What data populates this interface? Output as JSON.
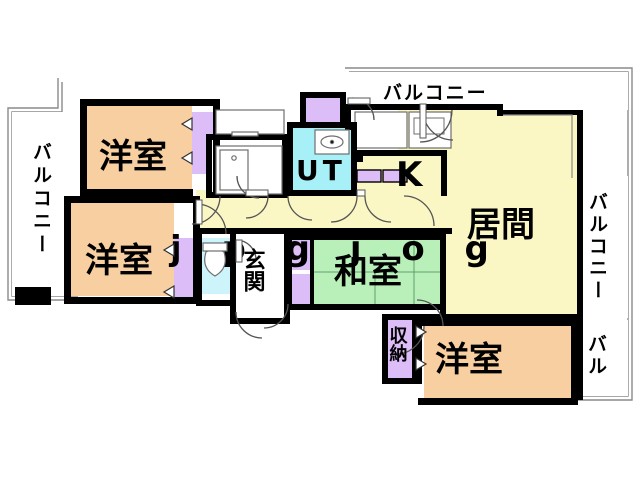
{
  "document": {
    "type": "japanese-floor-plan",
    "title": "間取り図",
    "watermark": "j p g j o g"
  },
  "palette": {
    "wall": "#000000",
    "thin_wall": "#7a7a7a",
    "background": "#ffffff",
    "room_western": "#f8cfa0",
    "room_living": "#fbf7c4",
    "room_japanese": "#b9f0b9",
    "utility": "#a8f0f8",
    "closet": "#ddbdf8",
    "balcony": "#ffffff",
    "watermark": "#f3d9df"
  },
  "rooms": [
    {
      "key": "washitsu",
      "label": "和室",
      "type": "japanese-room",
      "fill": "#b9f0b9"
    },
    {
      "key": "living",
      "label": "居間",
      "type": "living-room",
      "fill": "#fbf7c4"
    },
    {
      "key": "kitchen",
      "label": "K",
      "type": "kitchen",
      "fill": "#fbf7c4"
    },
    {
      "key": "utility",
      "label": "UT",
      "type": "utility-bath",
      "fill": "#a8f0f8"
    },
    {
      "key": "genkan",
      "label": "玄関",
      "type": "entrance",
      "fill": "#ffffff"
    },
    {
      "key": "youshitsu-nw",
      "label": "洋室",
      "type": "western-room",
      "fill": "#f8cfa0"
    },
    {
      "key": "youshitsu-w",
      "label": "洋室",
      "type": "western-room",
      "fill": "#f8cfa0"
    },
    {
      "key": "youshitsu-se",
      "label": "洋室",
      "type": "western-room",
      "fill": "#f8cfa0"
    },
    {
      "key": "shuunou",
      "label": "収納",
      "type": "storage",
      "fill": "#ddbdf8"
    }
  ],
  "balconies": [
    {
      "key": "balcony-west",
      "label": "バルコニー",
      "orientation": "vertical"
    },
    {
      "key": "balcony-north",
      "label": "バルコニー",
      "orientation": "horizontal"
    },
    {
      "key": "balcony-east",
      "label": "バルコニー",
      "orientation": "vertical"
    },
    {
      "key": "balcony-se",
      "label": "バル",
      "orientation": "vertical"
    }
  ],
  "labels": {
    "washitsu": "和室",
    "living": "居間",
    "kitchen": "K",
    "utility": "UT",
    "genkan": "玄関",
    "youshitsu_nw": "洋室",
    "youshitsu_w": "洋室",
    "youshitsu_se": "洋室",
    "shuunou": "収納",
    "balcony_west": "バルコニー",
    "balcony_north": "バルコニー",
    "balcony_east": "バルコニー",
    "balcony_se": "バル",
    "watermark": "j p g j o g"
  }
}
